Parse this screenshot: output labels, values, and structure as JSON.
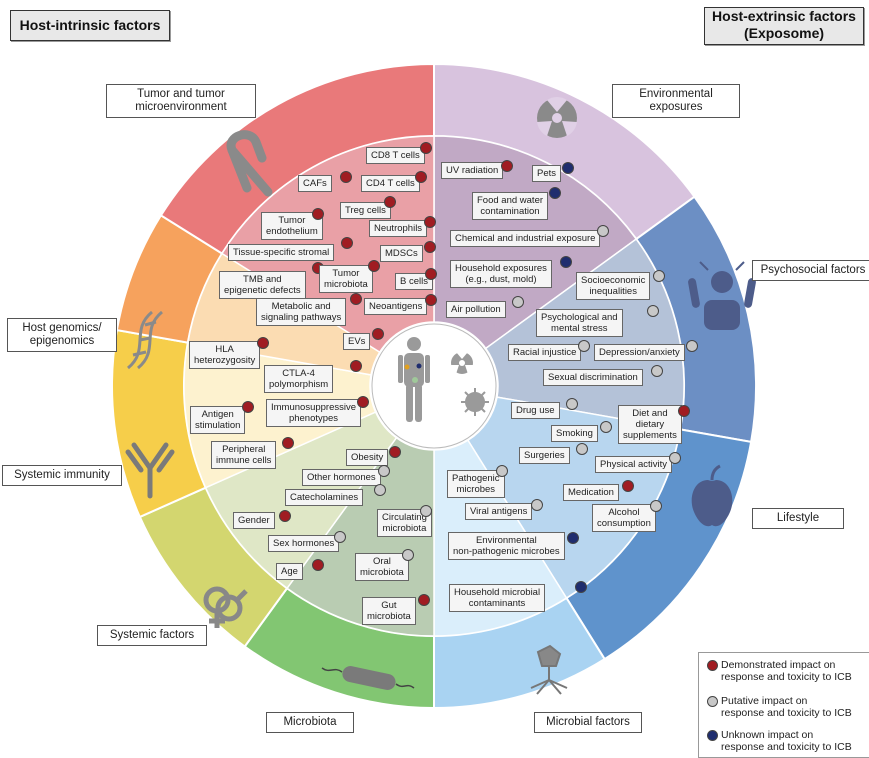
{
  "headers": {
    "intrinsic": "Host-intrinsic factors",
    "extrinsic": "Host-extrinsic factors\n(Exposome)"
  },
  "sectors": {
    "tumor": "Tumor and tumor\nmicroenvironment",
    "genomics": "Host genomics/\nepigenomics",
    "immunity": "Systemic immunity",
    "systemic": "Systemic factors",
    "microbiota": "Microbiota",
    "microbial": "Microbial factors",
    "lifestyle": "Lifestyle",
    "psychosocial": "Psychosocial factors",
    "environmental": "Environmental\nexposures"
  },
  "factors": {
    "cd8": "CD8 T cells",
    "cafs": "CAFs",
    "cd4": "CD4 T cells",
    "treg": "Treg cells",
    "endo": "Tumor\nendothelium",
    "neut": "Neutrophils",
    "stromal": "Tissue-specific stromal",
    "mdsc": "MDSCs",
    "tmb": "TMB and\nepigenetic defects",
    "tmicro": "Tumor\nmicrobiota",
    "bcells": "B cells",
    "metab": "Metabolic and\nsignaling pathways",
    "neoag": "Neoantigens",
    "evs": "EVs",
    "hla": "HLA\nheterozygosity",
    "ctla4": "CTLA-4\npolymorphism",
    "antigen": "Antigen\nstimulation",
    "immsup": "Immunosuppressive\nphenotypes",
    "periph": "Peripheral\nimmune cells",
    "obesity": "Obesity",
    "otherh": "Other hormones",
    "catechol": "Catecholamines",
    "gender": "Gender",
    "sexh": "Sex hormones",
    "age": "Age",
    "circ": "Circulating\nmicrobiota",
    "oral": "Oral\nmicrobiota",
    "gut": "Gut\nmicrobiota",
    "patho": "Pathogenic\nmicrobes",
    "viral": "Viral antigens",
    "envmic": "Environmental\nnon-pathogenic microbes",
    "housemic": "Household microbial\ncontaminants",
    "druguse": "Drug use",
    "smoking": "Smoking",
    "diet": "Diet and\ndietary\nsupplements",
    "surg": "Surgeries",
    "phys": "Physical activity",
    "medic": "Medication",
    "alcohol": "Alcohol\nconsumption",
    "socio": "Socioeconomic\ninequalities",
    "psych": "Psychological and\nmental stress",
    "racial": "Racial injustice",
    "depress": "Depression/anxiety",
    "sexdisc": "Sexual discrimination",
    "uv": "UV radiation",
    "pets": "Pets",
    "food": "Food and water\ncontamination",
    "chem": "Chemical and industrial exposure",
    "household": "Household exposures\n(e.g., dust, mold)",
    "air": "Air pollution"
  },
  "legend": {
    "demonstrated": "Demonstrated impact on\nresponse and toxicity to ICB",
    "putative": "Putative impact on\nresponse and toxicity to ICB",
    "unknown": "Unknown impact on\nresponse and toxicity to ICB"
  },
  "colors": {
    "demonstrated": "#a01c22",
    "putative": "#c8c8c8",
    "unknown": "#1f2d6e"
  },
  "icons": [
    "awareness-ribbon-icon",
    "dna-helix-icon",
    "antibody-icon",
    "gender-symbol-icon",
    "bacterium-icon",
    "virus-icon",
    "apple-icon",
    "stressed-person-icon",
    "radiation-icon",
    "human-body-icon"
  ]
}
